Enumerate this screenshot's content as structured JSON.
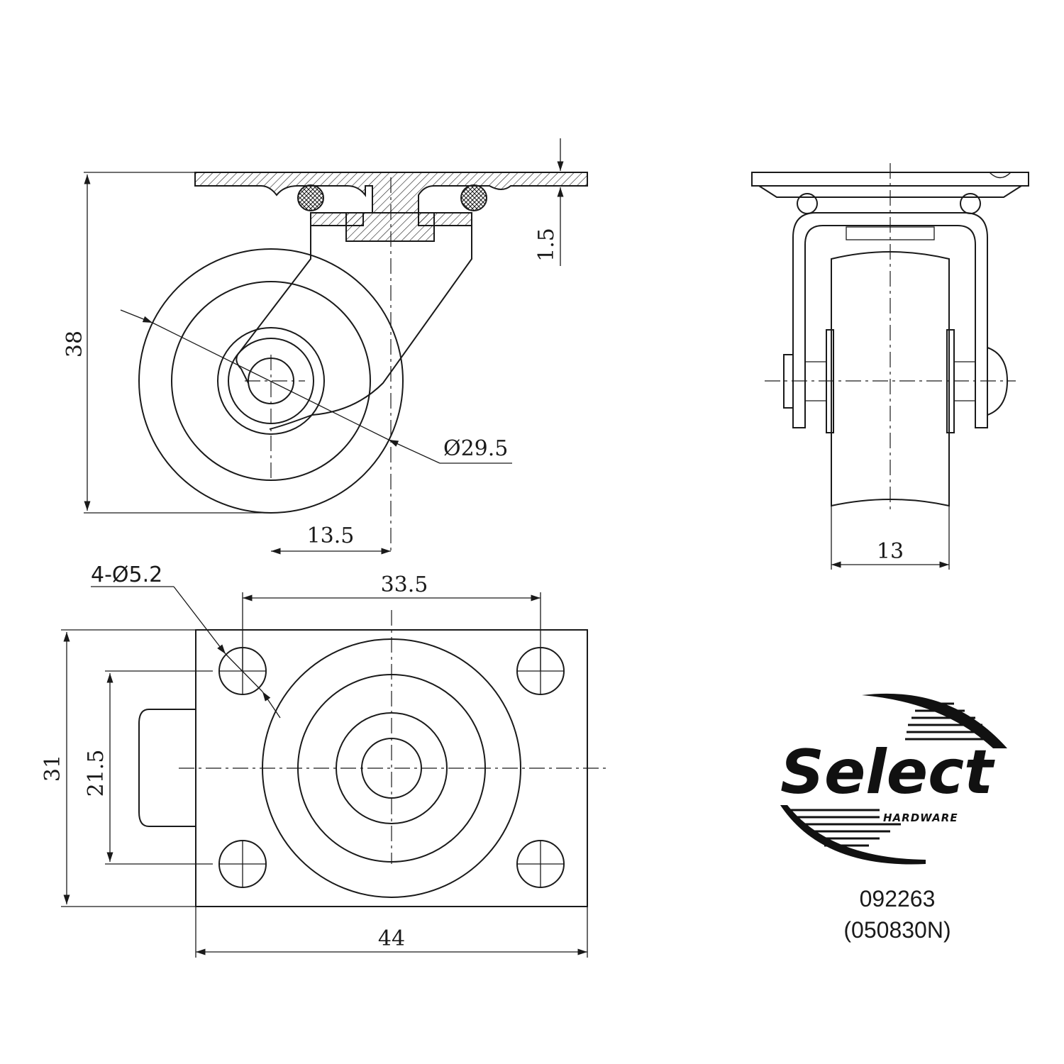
{
  "dimensions": {
    "height_total": "38",
    "plate_thickness": "1.5",
    "wheel_diameter": "Ø29.5",
    "offset": "13.5",
    "wheel_width": "13",
    "hole_spacing_x": "33.5",
    "holes": "4-Ø5.2",
    "plate_depth": "31",
    "hole_spacing_y": "21.5",
    "plate_width": "44"
  },
  "logo": {
    "brand": "Select",
    "subtitle": "HARDWARE"
  },
  "part": {
    "number": "092263",
    "alt_number": "(050830N)"
  }
}
